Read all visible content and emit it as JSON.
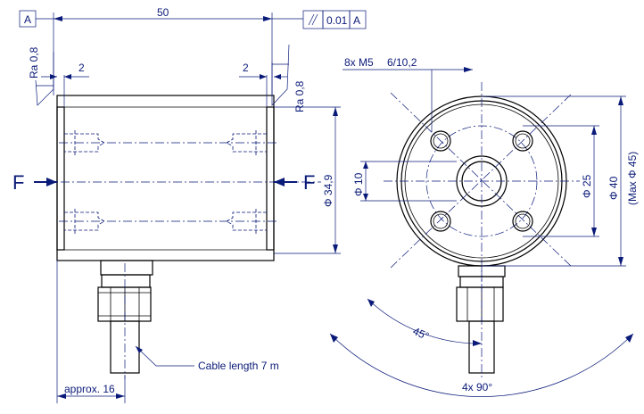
{
  "datum_label": "A",
  "tolerance": {
    "symbol": "//",
    "value": "0.01",
    "datum": "A"
  },
  "dimensions": {
    "length_top": "50",
    "offset_left": "2",
    "offset_right": "2",
    "roughness_left": "Ra 0,8",
    "roughness_right": "Ra 0,8",
    "diameter_body": "Φ 34,9",
    "approx": "approx. 16",
    "holes": "8x M5",
    "hole_depth": "6/10,2",
    "diameter_bore": "Φ 10",
    "diameter_pcd": "Φ 25",
    "diameter_outer": "Φ 40",
    "diameter_max": "(Max Φ 45)",
    "angle_45": "45°",
    "angle_90": "4x 90°"
  },
  "labels": {
    "force_left": "F",
    "force_right": "F",
    "cable": "Cable length 7 m"
  },
  "colors": {
    "ink": "#0a1a78",
    "outline": "#000000"
  }
}
